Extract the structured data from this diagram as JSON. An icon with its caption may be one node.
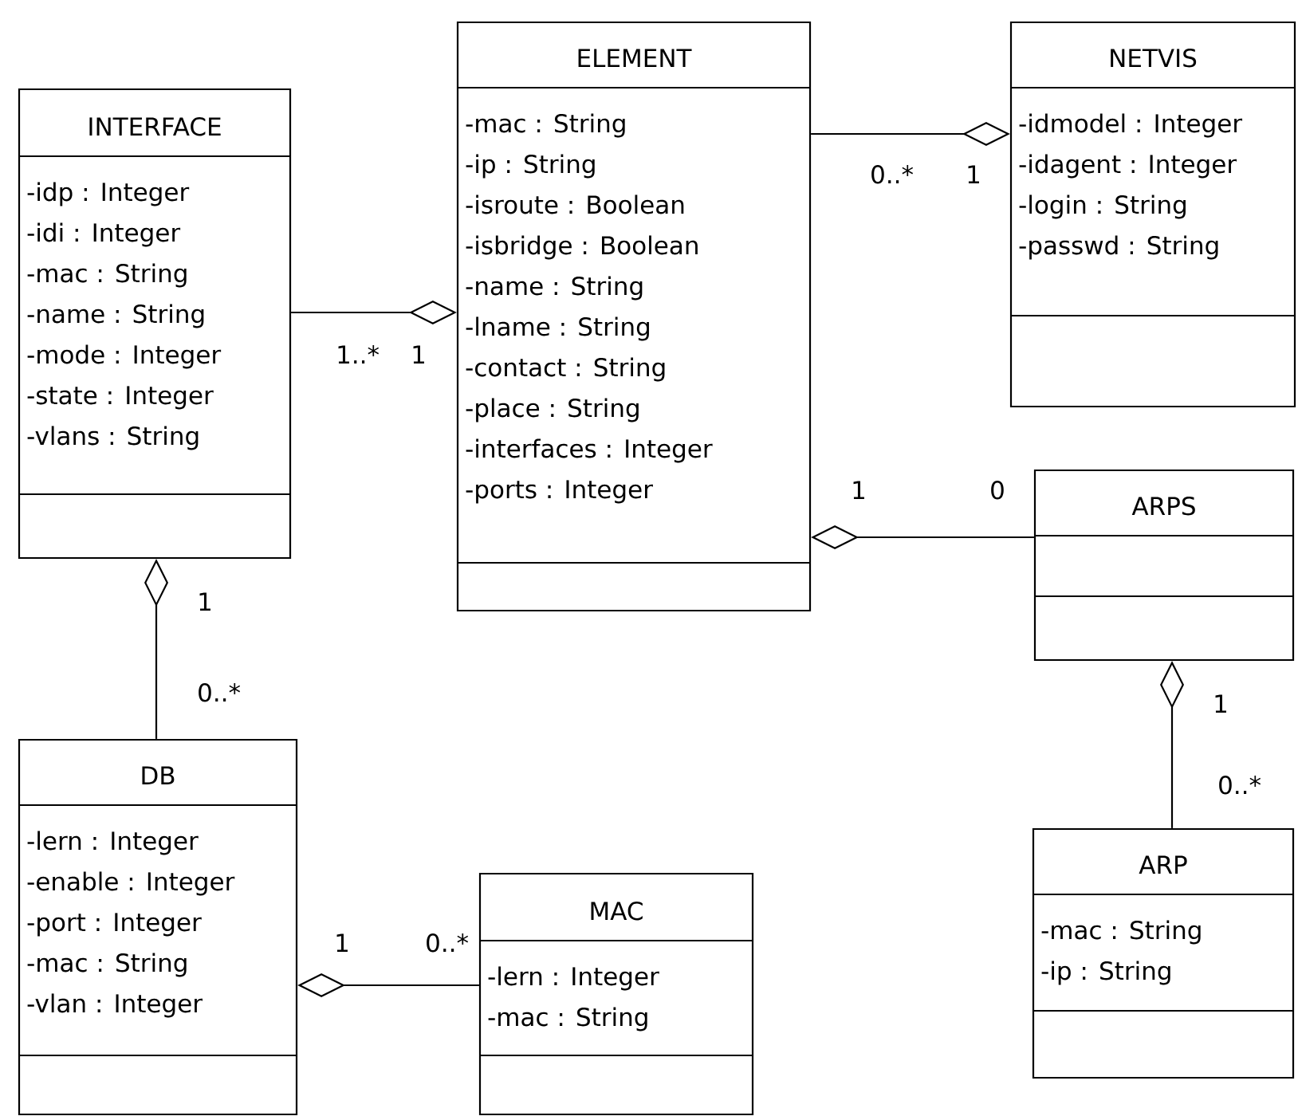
{
  "diagram": {
    "nodes": [
      {
        "text": [
          "INTERFACE",
          "-idp : Integer",
          "-idi : Integer",
          "-mac : String",
          "-name : String",
          "-mode : Integer",
          "-state : Integer",
          "-vlans : String"
        ]
      },
      {
        "text": [
          "ELEMENT",
          "-mac : String",
          "-ip : String",
          "-isroute : Boolean",
          "-isbridge : Boolean",
          "-name : String",
          "-lname : String",
          "-contact : String",
          "-place : String",
          "-interfaces : Integer",
          "-ports : Integer"
        ]
      },
      {
        "text": [
          "NETVIS",
          "-idmodel : Integer",
          "-idagent : Integer",
          "-login : String",
          "-passwd : String"
        ]
      },
      {
        "text": [
          "ARPS"
        ]
      },
      {
        "text": [
          "DB",
          "-lern : Integer",
          "-enable : Integer",
          "-port : Integer",
          "-mac : String",
          "-vlan : Integer"
        ]
      },
      {
        "text": [
          "MAC",
          "-lern : Integer",
          "-mac : String"
        ]
      },
      {
        "text": [
          "ARP",
          "-mac : String",
          "-ip : String"
        ]
      }
    ],
    "edges": [
      {
        "from": 0,
        "to": 1,
        "arrow": "other"
      },
      {
        "from": 1,
        "to": 2,
        "arrow": "other"
      },
      {
        "from": 3,
        "to": 1,
        "arrow": "other"
      },
      {
        "from": 4,
        "to": 0,
        "arrow": "other"
      },
      {
        "from": 5,
        "to": 4,
        "arrow": "other"
      },
      {
        "from": 6,
        "to": 3,
        "arrow": "other"
      }
    ],
    "labels": [
      "0..*",
      "1",
      "1..*",
      "1",
      "1",
      "0",
      "1",
      "0..*",
      "1",
      "0..*",
      "1",
      "0..*"
    ]
  }
}
